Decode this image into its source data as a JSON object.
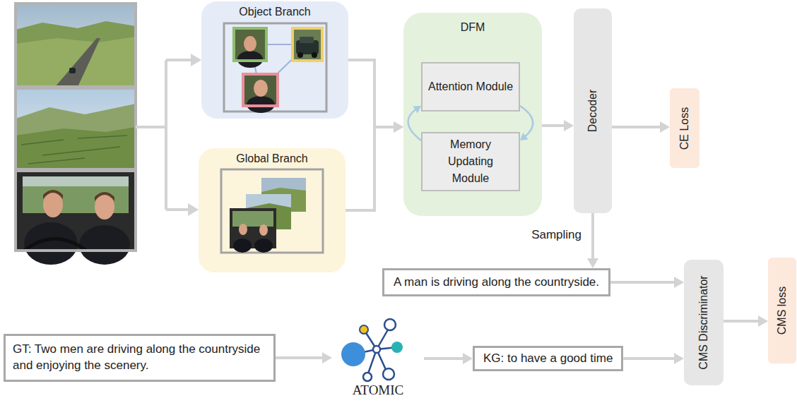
{
  "diagram": {
    "nodes": [
      {
        "text": [
          "Object Branch"
        ]
      },
      {
        "text": [
          "Global Branch"
        ]
      },
      {
        "text": [
          "DFM"
        ]
      },
      {
        "text": [
          "Attention Module"
        ],
        "in": 2
      },
      {
        "text": [
          "Memory Updating Module"
        ],
        "in": 2
      },
      {
        "text": [
          "Decoder"
        ]
      },
      {
        "text": [
          "CE Loss"
        ]
      },
      {
        "text": [
          "A man is driving along the countryside."
        ]
      },
      {
        "text": [
          "CMS Discriminator"
        ]
      },
      {
        "text": [
          "CMS loss"
        ]
      },
      {
        "text": [
          "GT: Two men are driving along the countryside and enjoying the scenery."
        ]
      },
      {
        "text": [
          "ATOMIC"
        ]
      },
      {
        "text": [
          "KG: to have a good time"
        ]
      }
    ],
    "edges": [
      {
        "from": 0,
        "to": 2,
        "arrow": "to"
      },
      {
        "from": 1,
        "to": 2,
        "arrow": "to"
      },
      {
        "from": 3,
        "to": 4,
        "arrow": "to"
      },
      {
        "from": 4,
        "to": 3,
        "arrow": "to"
      },
      {
        "from": 2,
        "to": 5,
        "arrow": "to"
      },
      {
        "from": 5,
        "to": 6,
        "arrow": "to"
      },
      {
        "from": 5,
        "to": 7,
        "label": "Sampling",
        "arrow": "to"
      },
      {
        "from": 7,
        "to": 8,
        "arrow": "to"
      },
      {
        "from": 10,
        "to": 11,
        "arrow": "to"
      },
      {
        "from": 11,
        "to": 12,
        "arrow": "to"
      },
      {
        "from": 12,
        "to": 8,
        "arrow": "to"
      },
      {
        "from": 8,
        "to": 9,
        "arrow": "to"
      }
    ]
  }
}
